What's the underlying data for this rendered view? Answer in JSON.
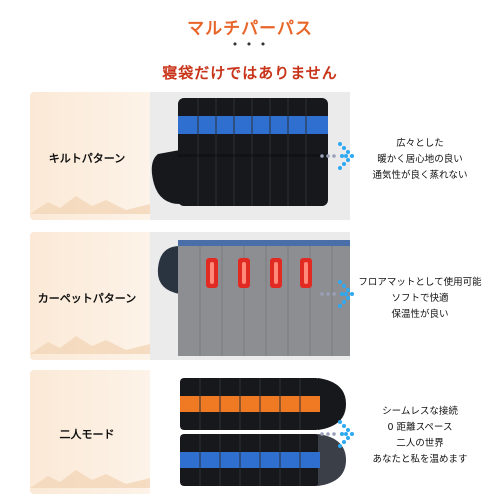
{
  "header": {
    "title": "マルチパーパス",
    "dots": "• • •",
    "subtitle": "寝袋だけではありません"
  },
  "patterns": [
    {
      "label": "キルトパターン",
      "features": [
        "広々とした",
        "暖かく居心地の良い",
        "通気性が良く蒸れない"
      ]
    },
    {
      "label": "カーペットパターン",
      "features": [
        "フロアマットとして使用可能",
        "ソフトで快適",
        "保温性が良い"
      ]
    },
    {
      "label": "二人モード",
      "features": [
        "シームレスな接続",
        "0 距離スペース",
        "二人の世界",
        "あなたと私を温めます"
      ]
    }
  ],
  "colors": {
    "title": "#e8662a",
    "subtitle": "#c8341a",
    "bag_black": "#16181c",
    "stripe_blue": "#2f6fd0",
    "stripe_orange": "#f07a24",
    "carpet_gray": "#8c8e92",
    "heater_red": "#e02a22",
    "arrow_blue": "#2ea9f2",
    "dot_gray": "#9aa0b8"
  },
  "icons": [
    "mountain-icon",
    "arrow-right-icon",
    "heat-pad-icon"
  ]
}
